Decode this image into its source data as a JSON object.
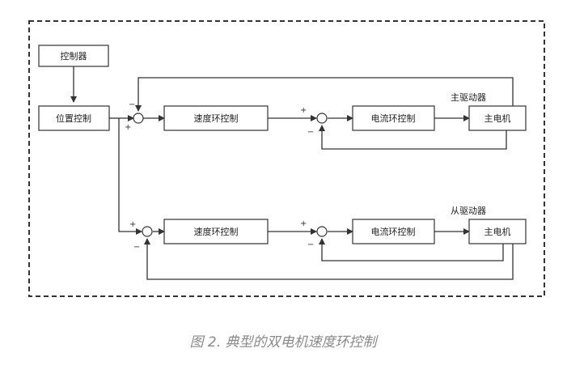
{
  "blocks": {
    "controller": "控制器",
    "position_control": "位置控制",
    "speed_loop_1": "速度环控制",
    "current_loop_1": "电流环控制",
    "motor_1": "主电机",
    "speed_loop_2": "速度环控制",
    "current_loop_2": "电流环控制",
    "motor_2": "主电机"
  },
  "labels": {
    "master_drive": "主驱动器",
    "slave_drive": "从驱动器"
  },
  "signs": {
    "plus": "+",
    "minus": "−"
  },
  "caption": "图 2. 典型的双电机速度环控制"
}
